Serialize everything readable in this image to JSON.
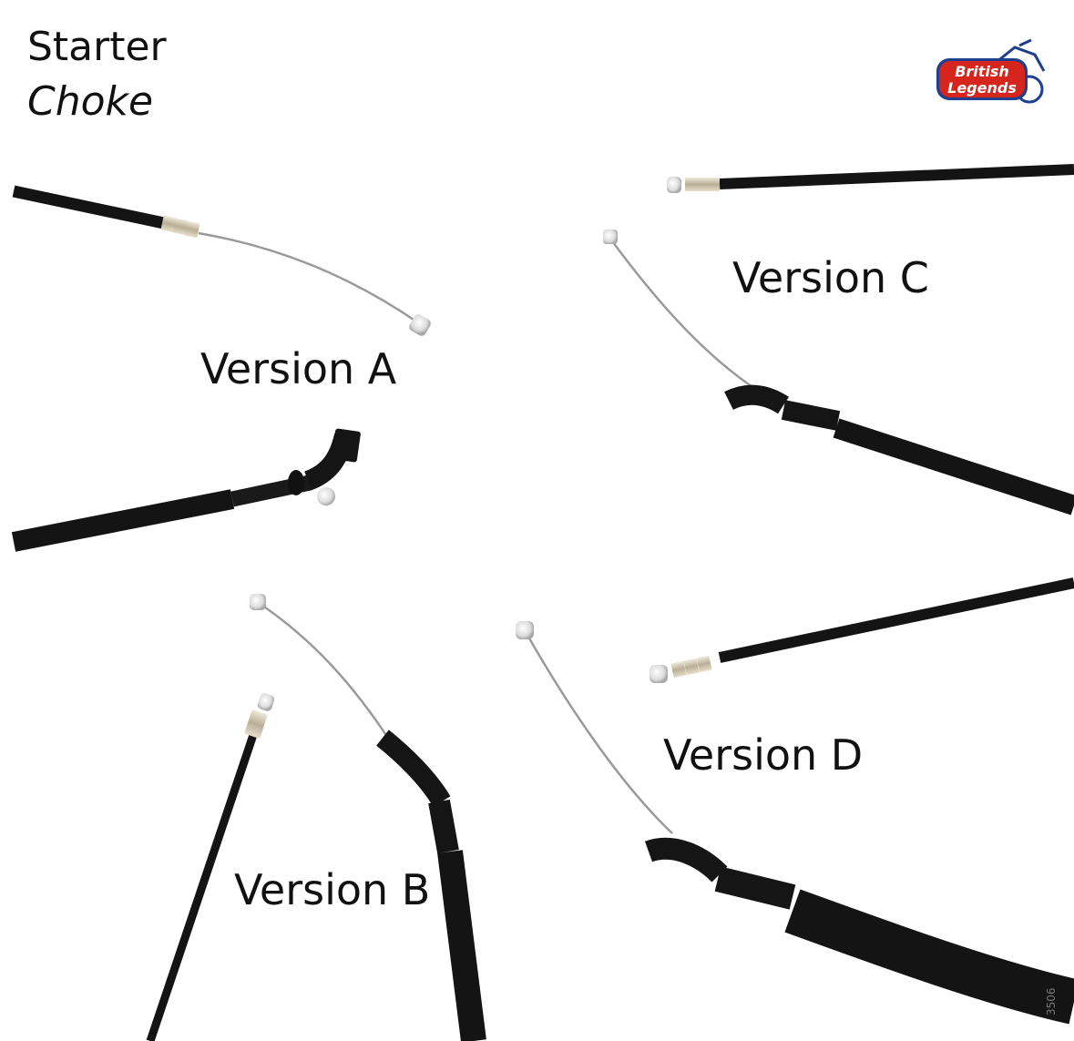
{
  "title": {
    "line1": "Starter",
    "line2": "Choke"
  },
  "logo": {
    "text_line1": "British",
    "text_line2": "Legends"
  },
  "labels": {
    "version_a": "Version A",
    "version_b": "Version B",
    "version_c": "Version C",
    "version_d": "Version D"
  },
  "cable_marking": "3506",
  "colors": {
    "background": "#ffffff",
    "cable_sheath": "#111111",
    "inner_wire": "#9a9a9a",
    "ferrule": "#c8c0ac",
    "logo_red": "#d5251d",
    "logo_blue": "#1f3f8f"
  }
}
